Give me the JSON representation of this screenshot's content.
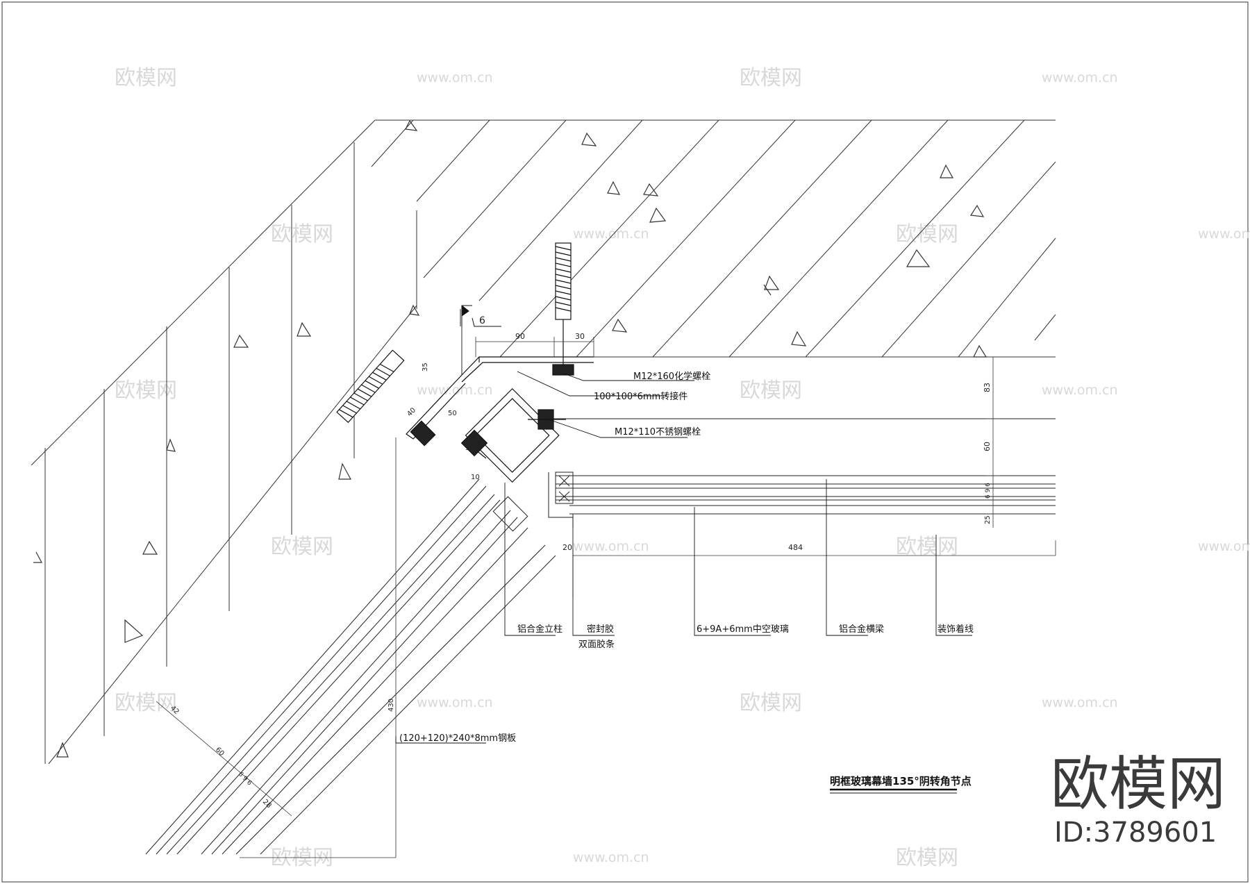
{
  "drawing": {
    "title": "明框玻璃幕墙135°阴转角节点",
    "callouts": {
      "anchor_bolt": "M12*160化学螺栓",
      "connector": "100*100*6mm转接件",
      "ss_bolt": "M12*110不锈钢螺栓",
      "steel_plate": "(120+120)*240*8mm钢板",
      "mullion": "铝合金立柱",
      "sealant": "密封胶",
      "tape": "双面胶条",
      "glass": "6+9A+6mm中空玻璃",
      "transom": "铝合金横梁",
      "trim": "装饰着线"
    },
    "weld_symbol": "6",
    "dimensions": {
      "d90": "90",
      "d30": "30",
      "d83": "83",
      "d60": "60",
      "d69": "6 9 6",
      "d25": "25",
      "d20": "20",
      "d484": "484",
      "d35": "35",
      "d40": "40",
      "d50": "50",
      "d35b": "35",
      "d10": "10",
      "d42": "42",
      "d60b": "60",
      "d696b": "6 9 6",
      "d28": "28",
      "d430": "430"
    }
  },
  "watermark": {
    "text_cn": "欧模网",
    "text_url": "www.om.cn"
  },
  "brand": {
    "name": "欧模网",
    "id": "ID:3789601"
  }
}
